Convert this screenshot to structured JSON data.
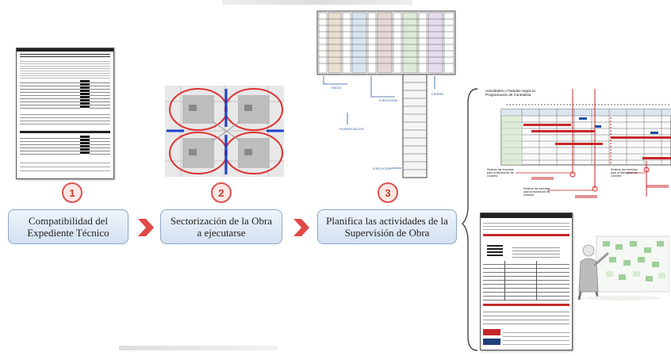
{
  "steps": [
    {
      "number": "1",
      "label": "Compatibilidad del\nExpediente Técnico"
    },
    {
      "number": "2",
      "label": "Sectorización de la Obra\na ejecutarse"
    },
    {
      "number": "3",
      "label": "Planifica las actividades de la\nSupervisión de Obra"
    }
  ],
  "flowchart_labels": {
    "inicio": "INICIO",
    "ejecucion": "EJECUCION",
    "planificacion": "PLANIFICACION",
    "cierre": "CIERRE",
    "ejecucion_lower": "EJECUCION"
  },
  "gantt": {
    "title": "Actividades o Partidas según la Programación de Contratista",
    "notes": [
      "Realizar las muestras para la fabricación de concreto",
      "Realizar las muestras para la fabricación de concreto",
      "Realizar las muestras para la fabricación de concreto"
    ]
  },
  "colors": {
    "step_border": "#8aa6c6",
    "number_red": "#d9534f",
    "arrow_red": "#e04848"
  }
}
